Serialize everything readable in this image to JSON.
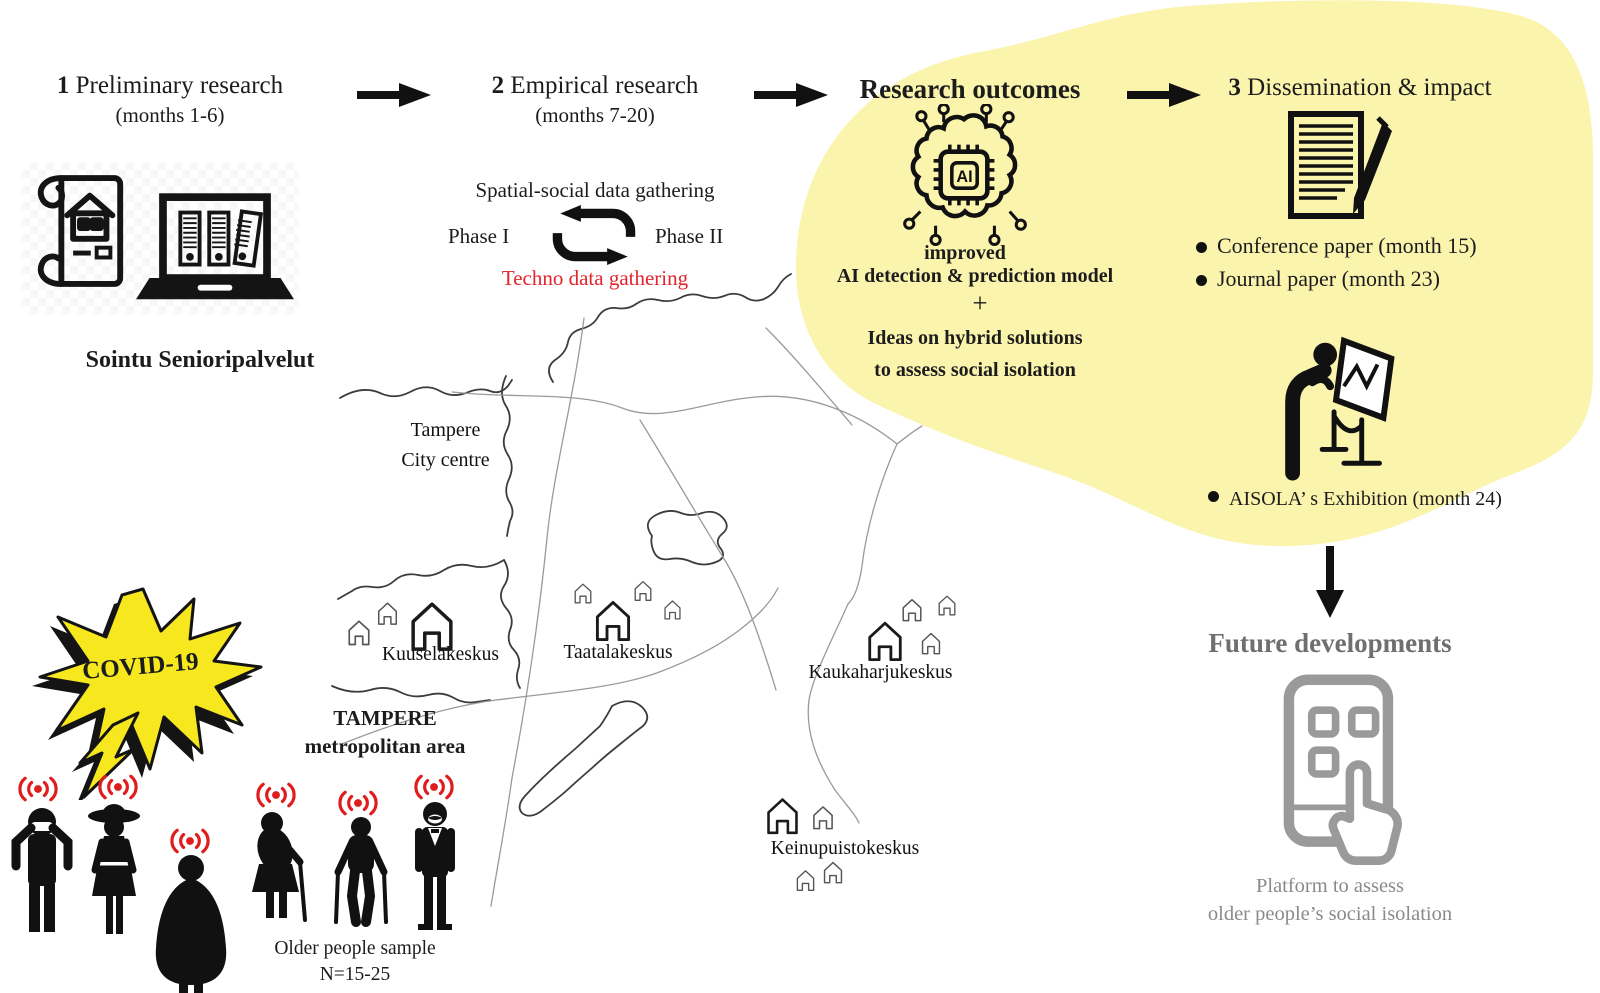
{
  "header": {
    "step1": {
      "num": "1",
      "title": "Preliminary research",
      "months": "(months 1-6)"
    },
    "step2": {
      "num": "2",
      "title": "Empirical research",
      "months": "(months 7-20)"
    },
    "outcomes_title": "Research outcomes",
    "step3": {
      "num": "3",
      "title": "Dissemination & impact"
    }
  },
  "preliminary": {
    "org_name": "Sointu Senioripalvelut"
  },
  "empirical": {
    "gathering_label": "Spatial-social data gathering",
    "phase1_label": "Phase I",
    "phase2_label": "Phase II",
    "techno_label": "Techno data gathering"
  },
  "outcomes": {
    "chip_text": "AI",
    "improved": "improved",
    "model": "AI detection & prediction model",
    "plus": "+",
    "ideas_line1": "Ideas on hybrid solutions",
    "ideas_line2": "to assess social isolation"
  },
  "dissemination": {
    "items": [
      {
        "label": "Conference paper (month 15)"
      },
      {
        "label": "Journal paper (month 23)"
      },
      {
        "label": "AISOLA’ s Exhibition (month 24)"
      }
    ]
  },
  "future": {
    "title": "Future developments",
    "caption1": "Platform to assess",
    "caption2": "older people’s social isolation"
  },
  "map": {
    "city1": "Tampere",
    "city2": "City centre",
    "area1": "TAMPERE",
    "area2": "metropolitan area",
    "centres": [
      {
        "name": "Kuuselakeskus"
      },
      {
        "name": "Taatalakeskus"
      },
      {
        "name": "Kaukaharjukeskus"
      },
      {
        "name": "Keinupuistokeskus"
      }
    ]
  },
  "covid": {
    "label": "COVID-19"
  },
  "sample": {
    "caption1": "Older people sample",
    "caption2": "N=15-25"
  },
  "colors": {
    "highlight_blob": "#faf4ad",
    "covid_yellow": "#f6e71e",
    "accent_red": "#e2242b",
    "future_gray": "#7b7b7b",
    "icon_gray": "#9a9a9a",
    "text_black": "#1c1c1c",
    "road_line": "#9a9a9a",
    "shore_line": "#3c3c3c"
  },
  "icons": {
    "blueprint-icon": "rolled building plan",
    "laptop-archive-icon": "laptop with data binders",
    "cycle-icon": "two circular arrows loop",
    "ai-chip-icon": "AI chip inside brain circuit",
    "paper-pen-icon": "document with pen",
    "exhibition-icon": "person viewing framed artwork",
    "phone-touch-icon": "hand touching smartphone",
    "signal-icon": "radio signal waves",
    "house-icon": "house outline",
    "covid-burst-icon": "starburst with lightning bolt",
    "arrow-icon": "thick right arrow",
    "down-arrow-icon": "thick down arrow"
  }
}
